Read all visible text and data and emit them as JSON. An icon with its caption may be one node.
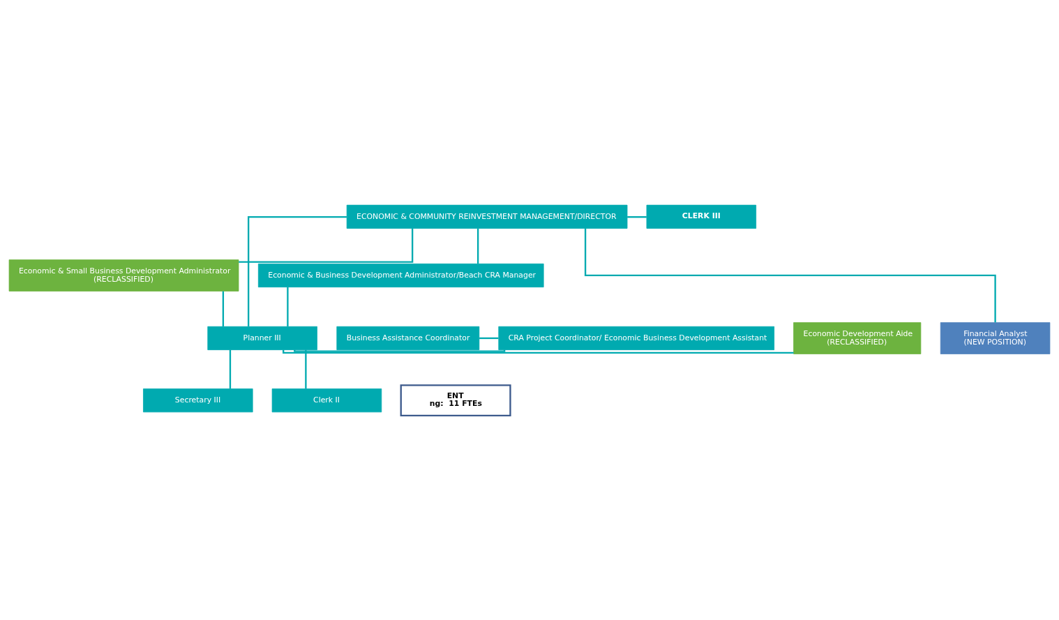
{
  "diagram": {
    "nodes": [
      {
        "text": [
          "ECONOMIC & COMMUNITY REINVESTMENT MANAGEMENT/DIRECTOR"
        ]
      },
      {
        "text": [
          "CLERK III"
        ]
      },
      {
        "text": [
          "Economic & Small Business Development Administrator",
          "(RECLASSIFIED)"
        ]
      },
      {
        "text": [
          "Economic & Business Development Administrator/Beach CRA Manager"
        ]
      },
      {
        "text": [
          "Business Assistance Coordinator"
        ]
      },
      {
        "text": [
          "CRA Project Coordinator/ Economic Business Development Assistant"
        ]
      },
      {
        "text": [
          "Planner III"
        ]
      },
      {
        "text": [
          "Economic Development Aide",
          "(RECLASSIFIED)"
        ]
      },
      {
        "text": [
          "Financial Analyst",
          "(NEW POSITION)"
        ]
      },
      {
        "text": [
          "Secretary III"
        ]
      },
      {
        "text": [
          "Clerk II"
        ]
      },
      {
        "text": [
          "ENT",
          "ng:  11 FTEs"
        ]
      }
    ],
    "edges": [
      {
        "from": 0,
        "to": 1,
        "arrow": "none"
      },
      {
        "from": 0,
        "to": 2,
        "arrow": "none"
      },
      {
        "from": 0,
        "to": 3,
        "arrow": "none"
      },
      {
        "from": 0,
        "to": 8,
        "arrow": "none"
      },
      {
        "from": 0,
        "to": 6,
        "arrow": "none"
      },
      {
        "from": 2,
        "to": 6,
        "arrow": "none"
      },
      {
        "from": 3,
        "to": 6,
        "arrow": "none"
      },
      {
        "from": 4,
        "to": 5,
        "arrow": "none"
      },
      {
        "from": 5,
        "to": 6,
        "arrow": "none"
      },
      {
        "from": 6,
        "to": 7,
        "arrow": "none"
      },
      {
        "from": 6,
        "to": 9,
        "arrow": "none"
      },
      {
        "from": 6,
        "to": 10,
        "arrow": "none"
      }
    ]
  }
}
